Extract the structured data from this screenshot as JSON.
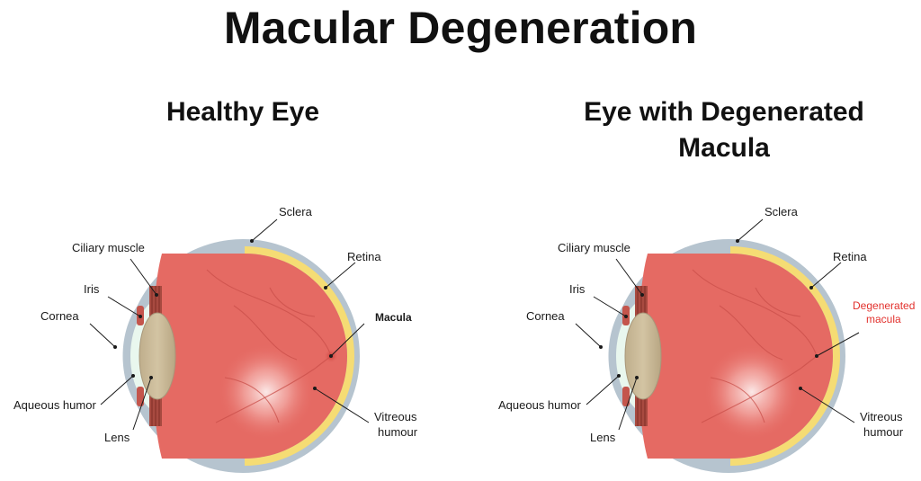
{
  "title": "Macular Degeneration",
  "left": {
    "subtitle": "Healthy Eye",
    "labels": {
      "sclera": "Sclera",
      "ciliary": "Ciliary muscle",
      "retina": "Retina",
      "iris": "Iris",
      "macula": "Macula",
      "cornea": "Cornea",
      "aqueous": "Aqueous humor",
      "vitreous_1": "Vitreous",
      "vitreous_2": "humour",
      "lens": "Lens"
    }
  },
  "right": {
    "subtitle_1": "Eye with Degenerated",
    "subtitle_2": "Macula",
    "labels": {
      "sclera": "Sclera",
      "ciliary": "Ciliary muscle",
      "retina": "Retina",
      "iris": "Iris",
      "degenerated_1": "Degenerated",
      "degenerated_2": "macula",
      "cornea": "Cornea",
      "aqueous": "Aqueous humor",
      "vitreous_1": "Vitreous",
      "vitreous_2": "humour",
      "lens": "Lens"
    }
  },
  "colors": {
    "sclera": "#b6c4cf",
    "retina": "#f5dc74",
    "vitreous": "#e56a63",
    "lens": "#c9b897",
    "cornea": "#e9f7ee",
    "ciliary": "#a84a40",
    "degenerated_label": "#e2312d"
  }
}
